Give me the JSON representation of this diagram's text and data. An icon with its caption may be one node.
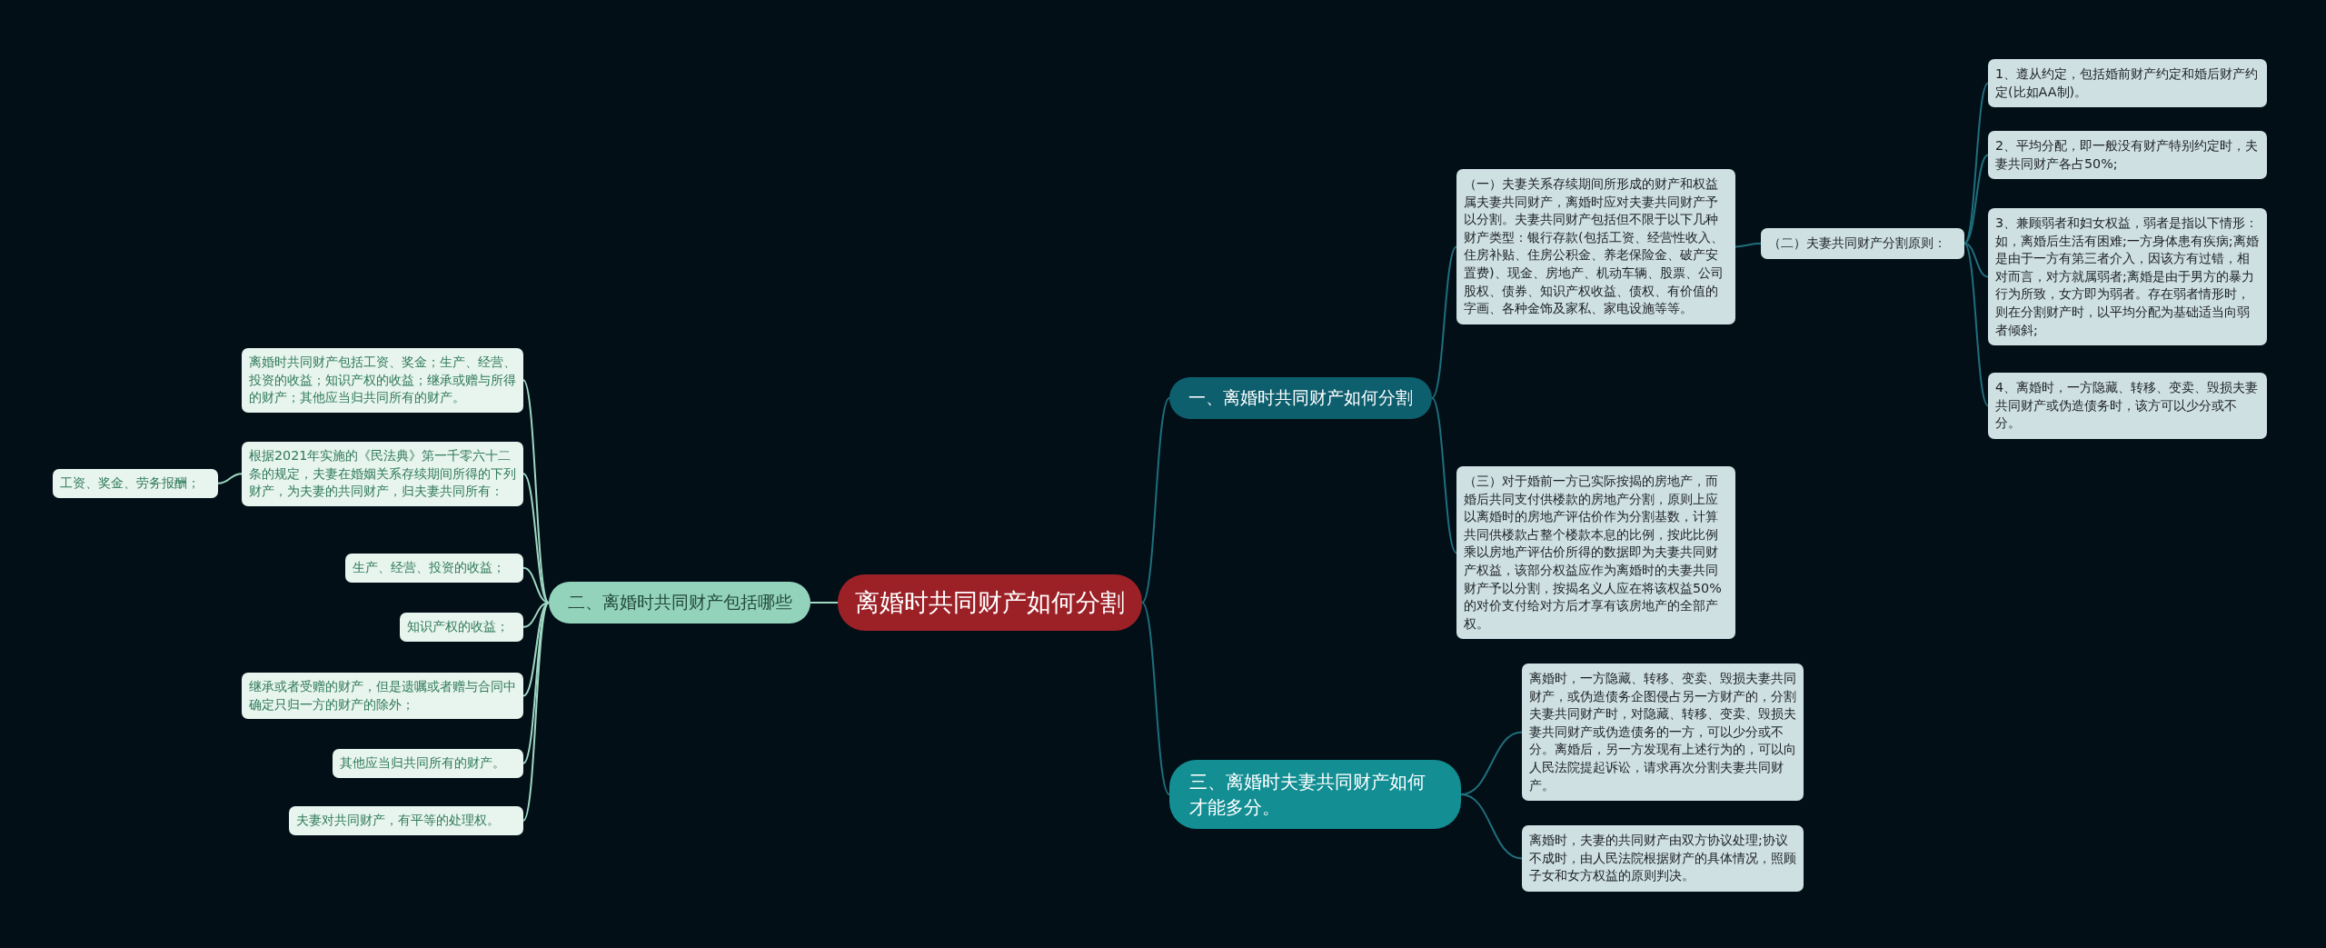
{
  "diagram": {
    "nodes": [
      {
        "text": [
          "离婚时共同财产如何分割"
        ]
      },
      {
        "text": [
          "一、离婚时共同财产如何分割"
        ]
      },
      {
        "text": [
          "（一）夫妻关系存续期间所形成的财产和权益属夫妻共同财产，离婚时应对夫妻共同财产予以分割。夫妻共同财产包括但不限于以下几种财产类型：银行存款(包括工资、经营性收入、住房补贴、住房公积金、养老保险金、破产安置费)、现金、房地产、机动车辆、股票、公司股权、债券、知识产权收益、债权、有价值的字画、各种金饰及家私、家电设施等等。"
        ]
      },
      {
        "text": [
          "（二）夫妻共同财产分割原则："
        ]
      },
      {
        "text": [
          "1、遵从约定，包括婚前财产约定和婚后财产约定(比如AA制)。"
        ]
      },
      {
        "text": [
          "2、平均分配，即一般没有财产特别约定时，夫妻共同财产各占50%;"
        ]
      },
      {
        "text": [
          "3、兼顾弱者和妇女权益，弱者是指以下情形：如，离婚后生活有困难;一方身体患有疾病;离婚是由于一方有第三者介入，因该方有过错，相对而言，对方就属弱者;离婚是由于男方的暴力行为所致，女方即为弱者。存在弱者情形时，则在分割财产时，以平均分配为基础适当向弱者倾斜;"
        ]
      },
      {
        "text": [
          "4、离婚时，一方隐藏、转移、变卖、毁损夫妻共同财产或伪造债务时，该方可以少分或不分。"
        ]
      },
      {
        "text": [
          "（三）对于婚前一方已实际按揭的房地产，而婚后共同支付供楼款的房地产分割，原则上应以离婚时的房地产评估价作为分割基数，计算共同供楼款占整个楼款本息的比例，按此比例乘以房地产评估价所得的数据即为夫妻共同财产权益，该部分权益应作为离婚时的夫妻共同财产予以分割，按揭名义人应在将该权益50%的对价支付给对方后才享有该房地产的全部产权。"
        ]
      },
      {
        "text": [
          "三、离婚时夫妻共同财产如何才能多分。"
        ]
      },
      {
        "text": [
          "离婚时，一方隐藏、转移、变卖、毁损夫妻共同财产，或伪造债务企图侵占另一方财产的，分割夫妻共同财产时，对隐藏、转移、变卖、毁损夫妻共同财产或伪造债务的一方，可以少分或不分。离婚后，另一方发现有上述行为的，可以向人民法院提起诉讼，请求再次分割夫妻共同财产。"
        ]
      },
      {
        "text": [
          "离婚时，夫妻的共同财产由双方协议处理;协议不成时，由人民法院根据财产的具体情况，照顾子女和女方权益的原则判决。"
        ]
      },
      {
        "text": [
          "二、离婚时共同财产包括哪些"
        ]
      },
      {
        "text": [
          "离婚时共同财产包括工资、奖金；生产、经营、投资的收益；知识产权的收益；继承或赠与所得的财产；其他应当归共同所有的财产。"
        ]
      },
      {
        "text": [
          "根据2021年实施的《民法典》第一千零六十二条的规定，夫妻在婚姻关系存续期间所得的下列财产，为夫妻的共同财产，归夫妻共同所有："
        ]
      },
      {
        "text": [
          "工资、奖金、劳务报酬；"
        ]
      },
      {
        "text": [
          "生产、经营、投资的收益；"
        ]
      },
      {
        "text": [
          "知识产权的收益；"
        ]
      },
      {
        "text": [
          "继承或者受赠的财产，但是遗嘱或者赠与合同中确定只归一方的财产的除外；"
        ]
      },
      {
        "text": [
          "其他应当归共同所有的财产。"
        ]
      },
      {
        "text": [
          "夫妻对共同财产，有平等的处理权。"
        ]
      }
    ],
    "edges": [
      {
        "from": 0,
        "to": 1,
        "arrow": "none"
      },
      {
        "from": 1,
        "to": 2,
        "arrow": "none"
      },
      {
        "from": 2,
        "to": 3,
        "arrow": "none"
      },
      {
        "from": 3,
        "to": 4,
        "arrow": "none"
      },
      {
        "from": 3,
        "to": 5,
        "arrow": "none"
      },
      {
        "from": 3,
        "to": 6,
        "arrow": "none"
      },
      {
        "from": 3,
        "to": 7,
        "arrow": "none"
      },
      {
        "from": 1,
        "to": 8,
        "arrow": "none"
      },
      {
        "from": 0,
        "to": 9,
        "arrow": "none"
      },
      {
        "from": 9,
        "to": 10,
        "arrow": "none"
      },
      {
        "from": 9,
        "to": 11,
        "arrow": "none"
      },
      {
        "from": 0,
        "to": 12,
        "arrow": "none",
        "color": "#9fd8c3"
      },
      {
        "from": 12,
        "to": 13,
        "arrow": "none",
        "color": "#9fd8c3"
      },
      {
        "from": 12,
        "to": 14,
        "arrow": "none",
        "color": "#9fd8c3"
      },
      {
        "from": 14,
        "to": 15,
        "arrow": "none",
        "color": "#9fd8c3"
      },
      {
        "from": 12,
        "to": 16,
        "arrow": "none",
        "color": "#9fd8c3"
      },
      {
        "from": 12,
        "to": 17,
        "arrow": "none",
        "color": "#9fd8c3"
      },
      {
        "from": 12,
        "to": 18,
        "arrow": "none",
        "color": "#9fd8c3"
      },
      {
        "from": 12,
        "to": 19,
        "arrow": "none",
        "color": "#9fd8c3"
      },
      {
        "from": 12,
        "to": 20,
        "arrow": "none",
        "color": "#9fd8c3"
      }
    ]
  }
}
